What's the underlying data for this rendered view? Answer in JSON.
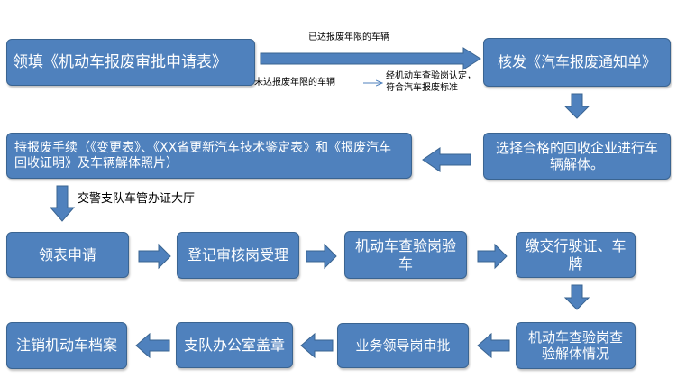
{
  "nodes": {
    "apply_form": "领填《机动车报废审批申请表》",
    "issue_notice": "核发《汽车报废通知单》",
    "documents": "持报废手续（《变更表》、《XX省更新汽车技术鉴定表》和《报废汽车回收证明》及车辆解体照片）",
    "select_enterprise": "选择合格的回收企业进行车辆解体。",
    "get_form": "领表申请",
    "register_review": "登记审核岗受理",
    "inspect_vehicle": "机动车查验岗验车",
    "return_license": "缴交行驶证、车牌",
    "inspect_dismantle": "机动车查验岗查验解体情况",
    "leader_approve": "业务领导岗审批",
    "office_stamp": "支队办公室盖章",
    "cancel_archive": "注销机动车档案"
  },
  "labels": {
    "reached_limit": "已达报废年限的车辆",
    "not_reached_limit": "未达报废年限的车辆",
    "inspected_meets": "经机动车查验岗认定，符合汽车报废标准",
    "traffic_hall": "交警支队车管办证大厅"
  },
  "colors": {
    "box_fill": "#4f81bd",
    "box_border": "#3a6491",
    "arrow": "#4f81bd"
  }
}
